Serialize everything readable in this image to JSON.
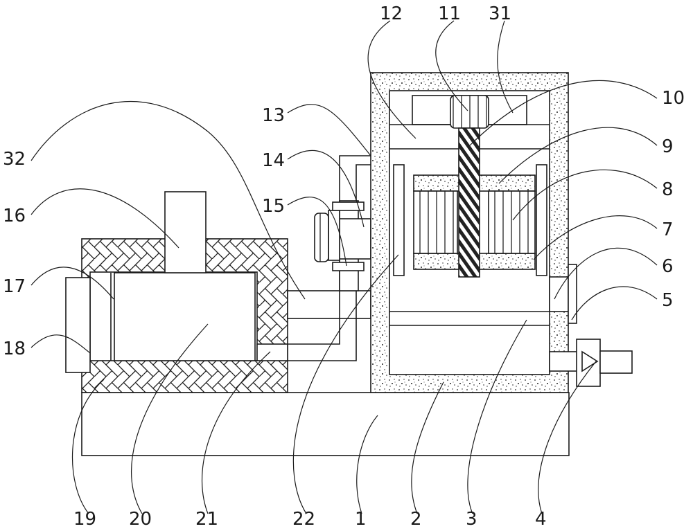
{
  "figure": {
    "labels": {
      "l1": "1",
      "l2": "2",
      "l3": "3",
      "l4": "4",
      "l5": "5",
      "l6": "6",
      "l7": "7",
      "l8": "8",
      "l9": "9",
      "l10": "10",
      "l11": "11",
      "l12": "12",
      "l13": "13",
      "l14": "14",
      "l15": "15",
      "l16": "16",
      "l17": "17",
      "l18": "18",
      "l19": "19",
      "l20": "20",
      "l21": "21",
      "l22": "22",
      "l31": "31",
      "l32": "32"
    }
  }
}
